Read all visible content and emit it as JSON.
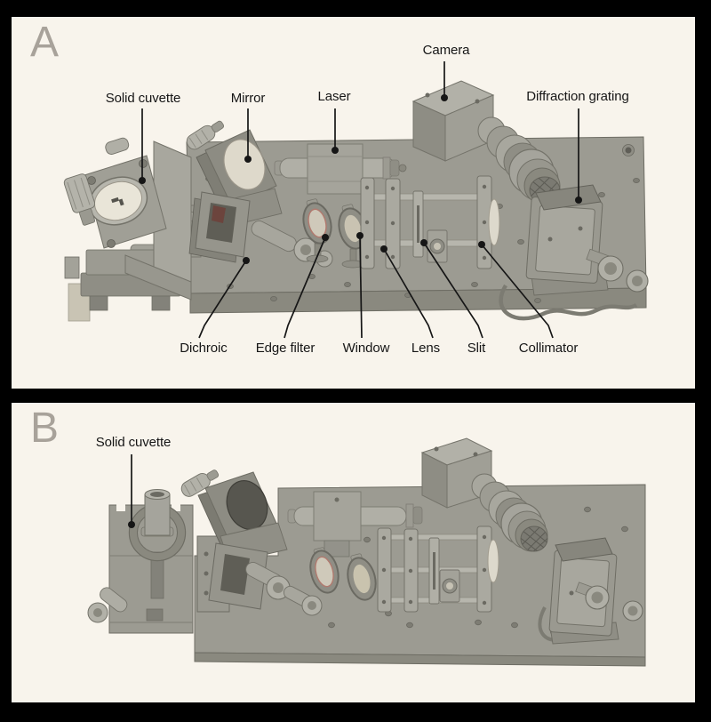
{
  "figure_type": "labeled-optical-setup-diagram",
  "colors": {
    "frame": "#000000",
    "panel_background": "#f8f4ec",
    "panel_letter": "#a8a29a",
    "label_text": "#161616",
    "leader_line": "#161616",
    "breadboard": "#9c9b92",
    "breadboard_edge": "#8a897f",
    "component_light": "#b2b1a8",
    "component_dark": "#8a897f",
    "mirror_face": "#ded9cb"
  },
  "panels": {
    "a": {
      "letter": "A",
      "labels": {
        "solid_cuvette": "Solid cuvette",
        "mirror": "Mirror",
        "laser": "Laser",
        "camera": "Camera",
        "diffraction_grating": "Diffraction grating",
        "dichroic": "Dichroic",
        "edge_filter": "Edge filter",
        "window": "Window",
        "lens": "Lens",
        "slit": "Slit",
        "collimator": "Collimator"
      }
    },
    "b": {
      "letter": "B",
      "labels": {
        "solid_cuvette": "Solid cuvette"
      }
    }
  }
}
